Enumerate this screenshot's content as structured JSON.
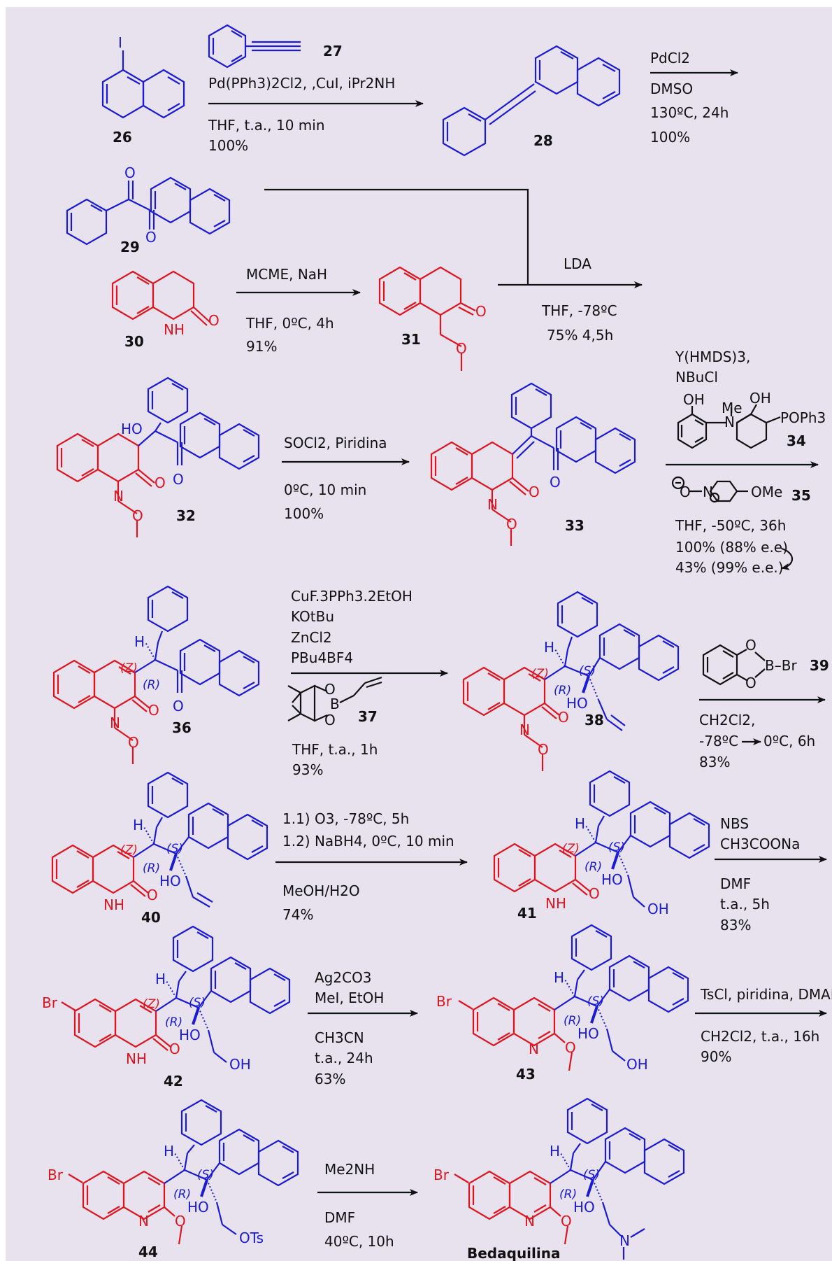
{
  "colors": {
    "background": "#e7e2ee",
    "reagent_text": "#111111",
    "fragment_blue": "#1a1ad8",
    "fragment_red": "#e0141e"
  },
  "compounds": {
    "c26": "26",
    "c27": "27",
    "c28": "28",
    "c29": "29",
    "c30": "30",
    "c31": "31",
    "c32": "32",
    "c33": "33",
    "c34": "34",
    "c35": "35",
    "c36": "36",
    "c37": "37",
    "c38": "38",
    "c39": "39",
    "c40": "40",
    "c41": "41",
    "c42": "42",
    "c43": "43",
    "c44": "44",
    "final": "Bedaquilina"
  },
  "atoms": {
    "I": "I",
    "O": "O",
    "N": "N",
    "NH": "NH",
    "H": "H",
    "HO": "HO",
    "OH": "OH",
    "Br": "Br",
    "OTs": "OTs",
    "Me": "Me",
    "POPh3": "POPh3",
    "OMe": "OMe",
    "B": "B",
    "BBr": "B–Br"
  },
  "stereo": {
    "Z": "(Z)",
    "R": "(R)",
    "S": "(S)"
  },
  "steps": {
    "s1": {
      "l1": "Pd(PPh3)2Cl2, ,CuI, iPr2NH",
      "l2": "THF, t.a., 10 min",
      "l3": "100%"
    },
    "s2": {
      "l1": "PdCl2",
      "l2": "DMSO",
      "l3": "130ºC, 24h",
      "l4": "100%"
    },
    "s3": {
      "l1": "MCME, NaH",
      "l2": "THF, 0ºC, 4h",
      "l3": "91%"
    },
    "s4": {
      "l1": "LDA",
      "l2": "THF, -78ºC",
      "l3": "75% 4,5h"
    },
    "s5": {
      "l1": "SOCl2, Piridina",
      "l2": "0ºC, 10 min",
      "l3": "100%"
    },
    "s6": {
      "l1": "Y(HMDS)3,",
      "l2": "NBuCl",
      "l3": "THF, -50ºC, 36h",
      "l4": "100% (88% e.e)",
      "l5": "43% (99% e.e.)"
    },
    "s7": {
      "l1": "CuF.3PPh3.2EtOH",
      "l2": "KOtBu",
      "l3": "ZnCl2",
      "l4": "PBu4BF4",
      "l5": "THF, t.a., 1h",
      "l6": "93%"
    },
    "s8": {
      "l1": "CH2Cl2,",
      "l2": "-78ºC",
      "l2b": "0ºC, 6h",
      "l3": "83%"
    },
    "s9": {
      "l1": "1.1) O3, -78ºC, 5h",
      "l2": "1.2) NaBH4, 0ºC, 10 min",
      "l3": "MeOH/H2O",
      "l4": "74%"
    },
    "s10": {
      "l1": "NBS",
      "l2": "CH3COONa",
      "l3": "DMF",
      "l4": "t.a., 5h",
      "l5": "83%"
    },
    "s11": {
      "l1": "Ag2CO3",
      "l2": "MeI, EtOH",
      "l3": "CH3CN",
      "l4": "t.a., 24h",
      "l5": "63%"
    },
    "s12": {
      "l1": "TsCl, piridina, DMAP",
      "l2": "CH2Cl2, t.a., 16h",
      "l3": "90%"
    },
    "s13": {
      "l1": "Me2NH",
      "l2": "DMF",
      "l3": "40ºC, 10h"
    }
  }
}
